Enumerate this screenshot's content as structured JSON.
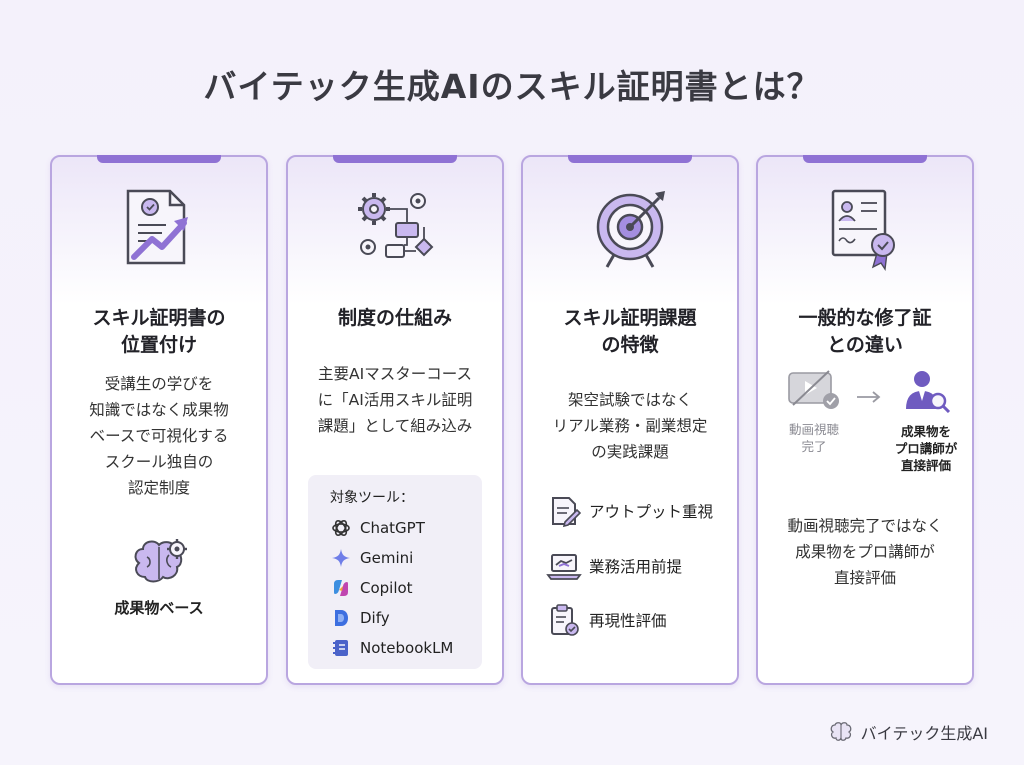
{
  "page_title": "バイテック生成AIのスキル証明書とは？",
  "cards": [
    {
      "title": "スキル証明書の\n位置付け",
      "description": "受講生の学びを\n知識ではなく成果物\nベースで可視化する\nスクール独自の\n認定制度",
      "badge_label": "成果物ベース",
      "icons": [
        "certificate-growth-icon",
        "brain-gear-icon"
      ]
    },
    {
      "title": "制度の仕組み",
      "description": "主要AIマスターコース\nに「AI活用スキル証明\n課題」として組み込み",
      "tools_heading": "対象ツール：",
      "tools": [
        {
          "name": "ChatGPT",
          "icon": "chatgpt-icon",
          "color": "#333333"
        },
        {
          "name": "Gemini",
          "icon": "gemini-sparkle-icon",
          "color": "#6f7ee8"
        },
        {
          "name": "Copilot",
          "icon": "copilot-icon",
          "color": "#c046b0"
        },
        {
          "name": "Dify",
          "icon": "dify-icon",
          "color": "#3d6fe0"
        },
        {
          "name": "NotebookLM",
          "icon": "notebook-icon",
          "color": "#4b63c9"
        }
      ],
      "icons": [
        "gears-flowchart-icon"
      ]
    },
    {
      "title": "スキル証明課題\nの特徴",
      "description": "架空試験ではなく\nリアル業務・副業想定\nの実践課題",
      "features": [
        {
          "label": "アウトプット重視",
          "icon": "document-pen-icon"
        },
        {
          "label": "業務活用前提",
          "icon": "handshake-laptop-icon"
        },
        {
          "label": "再現性評価",
          "icon": "clipboard-check-icon"
        }
      ],
      "icons": [
        "target-arrow-icon"
      ]
    },
    {
      "title": "一般的な修了証\nとの違い",
      "compare_left_label": "動画視聴\n完了",
      "compare_right_label": "成果物を\nプロ講師が\n直接評価",
      "description": "動画視聴完了ではなく\n成果物をプロ講師が\n直接評価",
      "icons": [
        "resume-certificate-icon",
        "video-crossed-icon",
        "arrow-right-icon",
        "instructor-search-icon"
      ]
    }
  ],
  "brand": "バイテック生成AI",
  "colors": {
    "accent": "#8f72d4",
    "card_border": "#b9a6e0",
    "icon_fill": "#c9b8ef",
    "icon_stroke": "#4a4a56"
  }
}
